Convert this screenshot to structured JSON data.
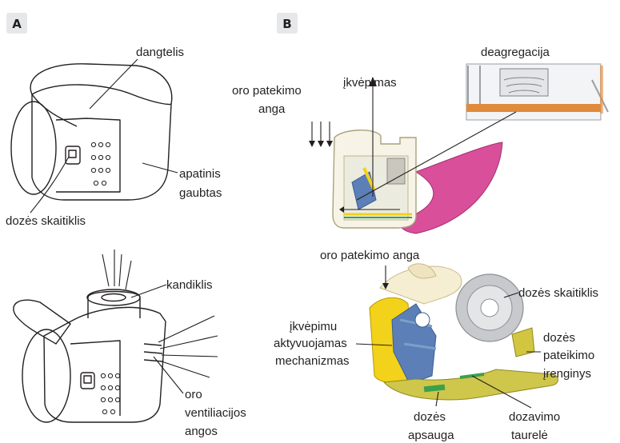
{
  "panels": {
    "a": {
      "letter": "A",
      "labels": {
        "cap": "dangtelis",
        "lower_housing_1": "apatinis",
        "lower_housing_2": "gaubtas",
        "dose_counter": "dozės skaitiklis",
        "mouthpiece": "kandiklis",
        "air_vents_1": "oro",
        "air_vents_2": "ventiliacijos",
        "air_vents_3": "angos"
      }
    },
    "b": {
      "letter": "B",
      "labels": {
        "deagglomeration": "deagregacija",
        "air_inlet_1": "oro patekimo",
        "air_inlet_2": "anga",
        "inhalation": "įkvėpimas",
        "air_inlet_full": "oro patekimo anga",
        "dose_counter": "dozės skaitiklis",
        "breath_mech_1": "įkvėpimu",
        "breath_mech_2": "aktyvuojamas",
        "breath_mech_3": "mechanizmas",
        "dose_device_1": "dozės",
        "dose_device_2": "pateikimo",
        "dose_device_3": "įrenginys",
        "dose_guard_1": "dozės",
        "dose_guard_2": "apsauga",
        "dosing_cup_1": "dozavimo",
        "dosing_cup_2": "taurelė"
      }
    }
  },
  "colors": {
    "ink": "#231f20",
    "badge": "#e6e7e8",
    "magenta": "#d94f9a",
    "yellow": "#f2d21a",
    "blue": "#5b7fb6",
    "green": "#3aa14a",
    "orange": "#e08a3c",
    "grey": "#b9bcc0"
  }
}
